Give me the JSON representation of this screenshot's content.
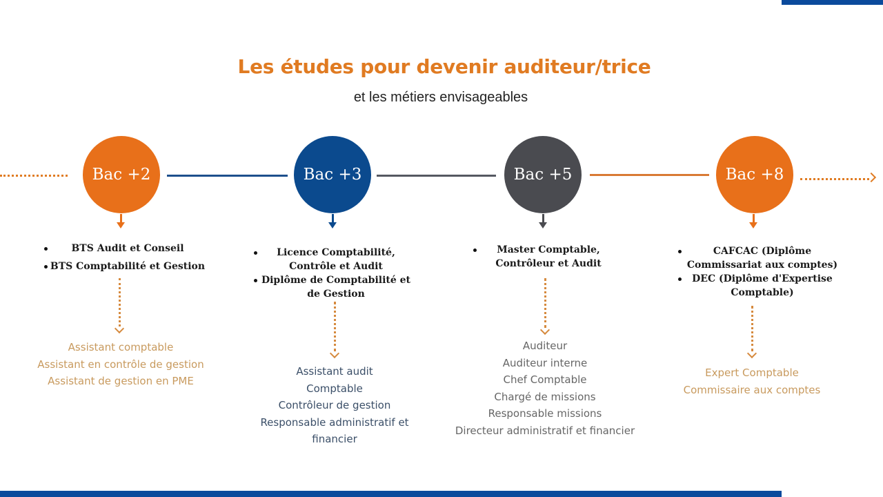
{
  "header": {
    "title": "Les études pour devenir auditeur/trice",
    "subtitle": "et les métiers envisageables"
  },
  "colors": {
    "orange": "#e8701a",
    "blue": "#0b4a8e",
    "gray": "#4a4b50",
    "accent_bar": "#0b4a9c",
    "title": "#e07b22"
  },
  "timeline": {
    "steps": [
      {
        "label": "Bac +2",
        "color": "#e8701a",
        "degrees": [
          "BTS Audit et Conseil",
          "BTS Comptabilité et Gestion"
        ],
        "jobs": [
          "Assistant comptable",
          "Assistant en contrôle de gestion",
          "Assistant de gestion en PME"
        ]
      },
      {
        "label": "Bac +3",
        "color": "#0b4a8e",
        "degrees": [
          "Licence Comptabilité, Contrôle et Audit",
          "Diplôme de Comptabilité et de Gestion"
        ],
        "jobs": [
          "Assistant audit",
          "Comptable",
          "Contrôleur de gestion",
          "Responsable administratif et financier"
        ]
      },
      {
        "label": "Bac +5",
        "color": "#4a4b50",
        "degrees": [
          "Master Comptable, Contrôleur et Audit"
        ],
        "jobs": [
          "Auditeur",
          "Auditeur interne",
          "Chef Comptable",
          "Chargé de missions",
          "Responsable missions",
          "Directeur administratif et financier"
        ]
      },
      {
        "label": "Bac +8",
        "color": "#e8701a",
        "degrees": [
          "CAFCAC (Diplôme Commissariat aux comptes)",
          "DEC (Diplôme d'Expertise Comptable)"
        ],
        "jobs": [
          "Expert Comptable",
          "Commissaire aux comptes"
        ]
      }
    ]
  }
}
